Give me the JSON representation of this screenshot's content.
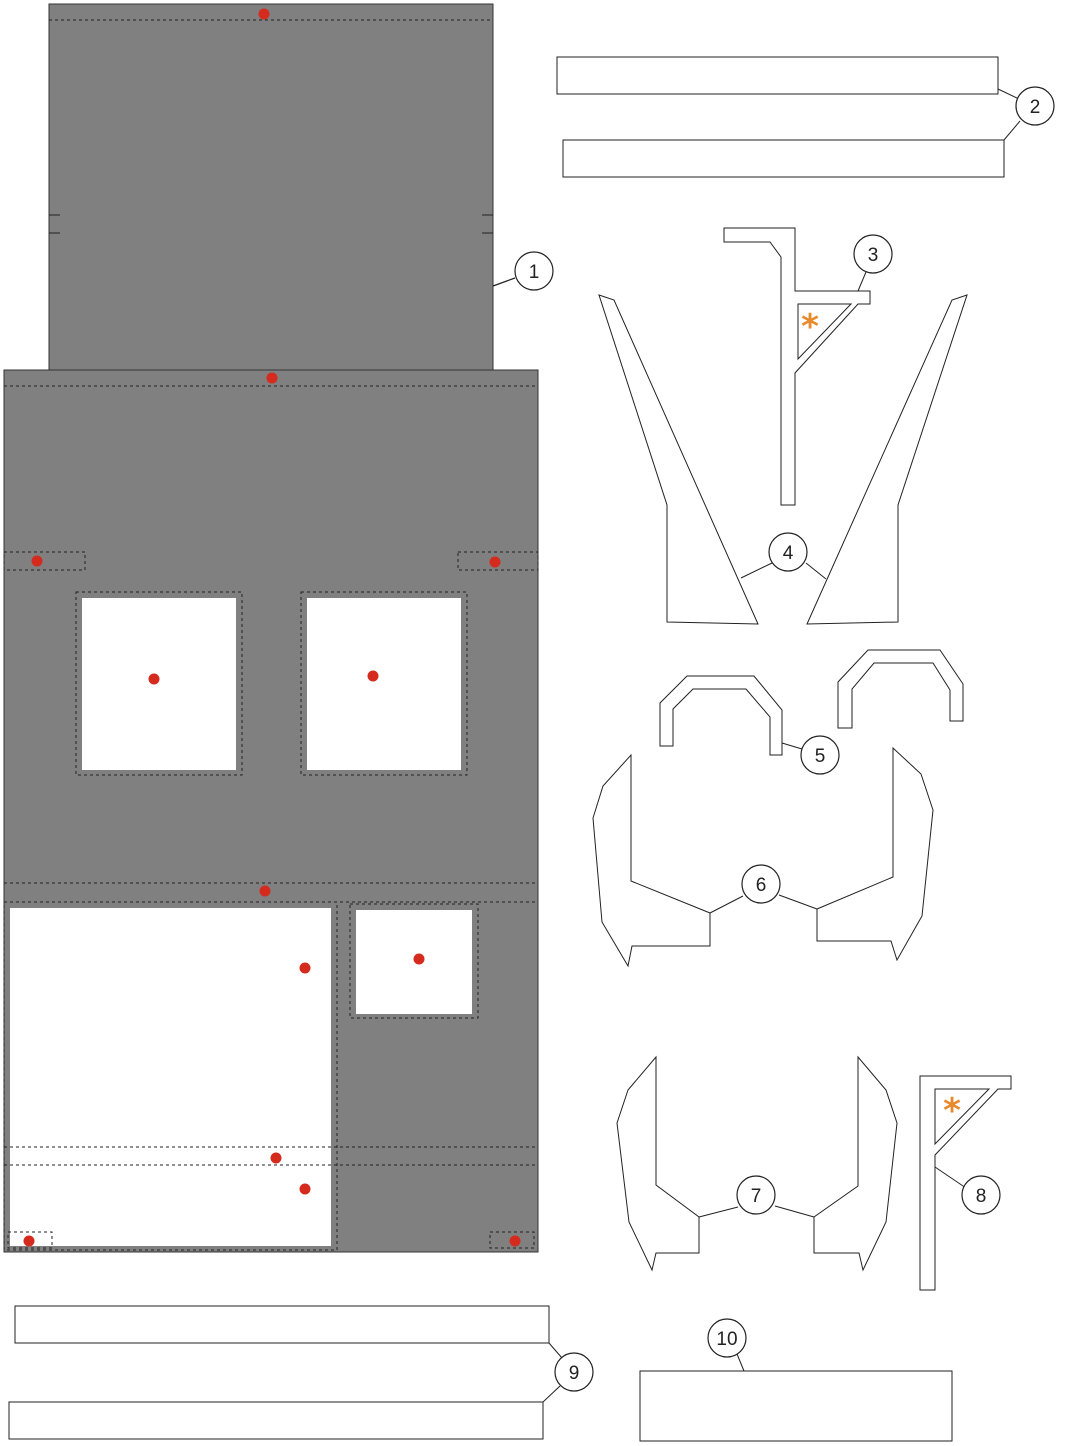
{
  "callouts": {
    "part_1": "1",
    "part_2": "2",
    "part_3": "3",
    "part_4": "4",
    "part_5": "5",
    "part_6": "6",
    "part_7": "7",
    "part_8": "8",
    "part_9": "9",
    "part_10": "10"
  },
  "markers": {
    "star_glyph": "*",
    "star_color": "#E8892B",
    "dot_color": "#D52B1E"
  },
  "colors": {
    "panel_fill": "#7F807F",
    "outline": "#222222",
    "cutout_fill": "#FFFFFF"
  }
}
